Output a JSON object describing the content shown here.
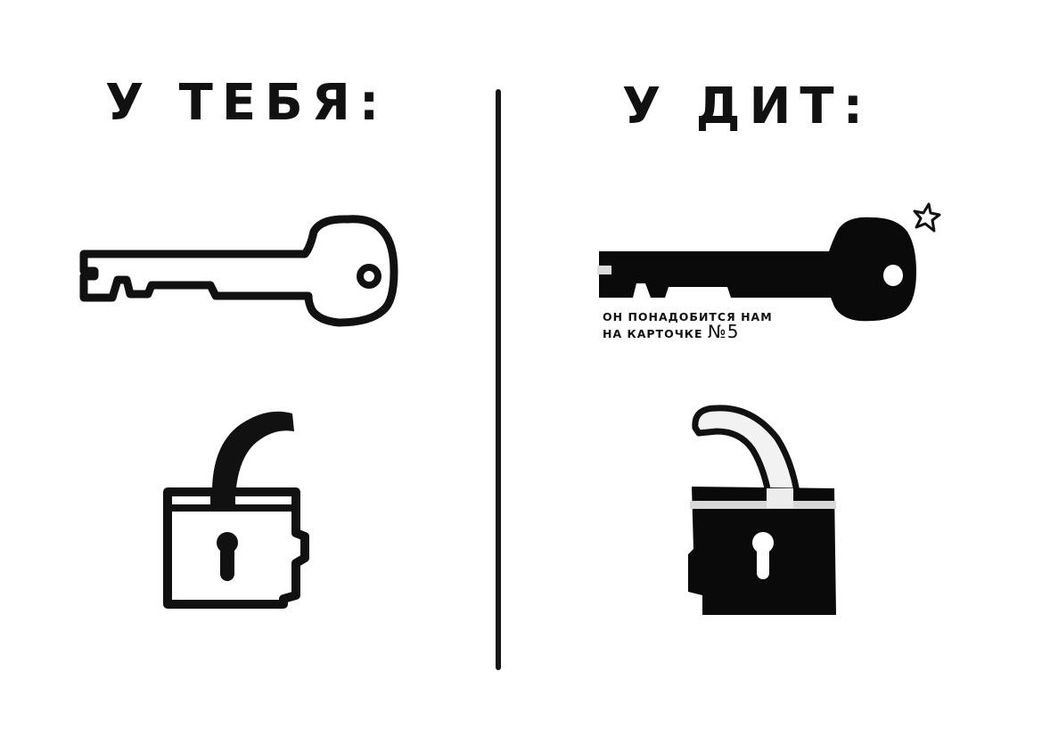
{
  "left_panel": {
    "heading": "У ТЕБЯ:",
    "items": [
      {
        "icon": "key-outline-icon",
        "label": "key"
      },
      {
        "icon": "open-padlock-outline-icon",
        "label": "open padlock"
      }
    ]
  },
  "right_panel": {
    "heading": "У ДИТ:",
    "items": [
      {
        "icon": "key-filled-icon",
        "label": "key"
      },
      {
        "icon": "open-padlock-filled-icon",
        "label": "open padlock"
      }
    ],
    "note": {
      "line1": "ОН ПОНАДОБИТСЯ НАМ",
      "line2": "НА КАРТОЧКЕ ",
      "number": "№5"
    },
    "decoration": "sparkle-star-icon"
  },
  "colors": {
    "ink": "#111111",
    "paper": "#ffffff"
  }
}
